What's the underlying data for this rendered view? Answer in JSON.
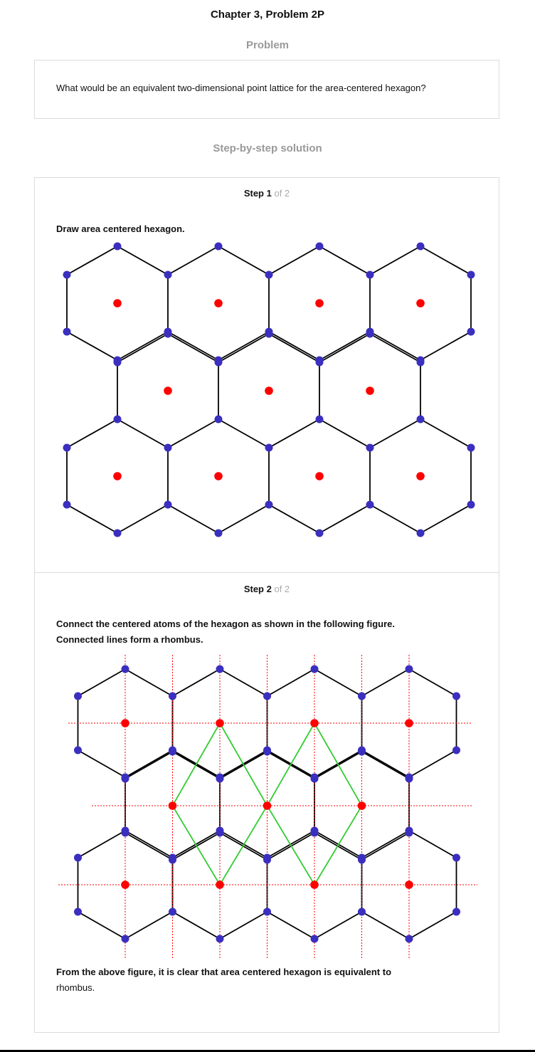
{
  "header": {
    "title": "Chapter 3, Problem 2P"
  },
  "problem": {
    "label": "Problem",
    "text": "What would be an equivalent two-dimensional point lattice for the area-centered hexagon?"
  },
  "solution": {
    "label": "Step-by-step solution",
    "steps": [
      {
        "step_word": "Step 1",
        "of_text": "of 2",
        "text": "Draw area centered hexagon."
      },
      {
        "step_word": "Step 2",
        "of_text": "of 2",
        "text_line1": "Connect the centered atoms of the hexagon as shown in the following figure.",
        "text_line2": "Connected lines form a rhombus.",
        "conclusion_line1": "From the above figure, it is clear that area centered hexagon is equivalent to",
        "conclusion_line2": "rhombus."
      }
    ]
  },
  "colors": {
    "vertex": "#3b2fbf",
    "center": "#ff0000",
    "edge": "#000000",
    "rhombus": "#33cc33",
    "guide": "#ff0000"
  }
}
